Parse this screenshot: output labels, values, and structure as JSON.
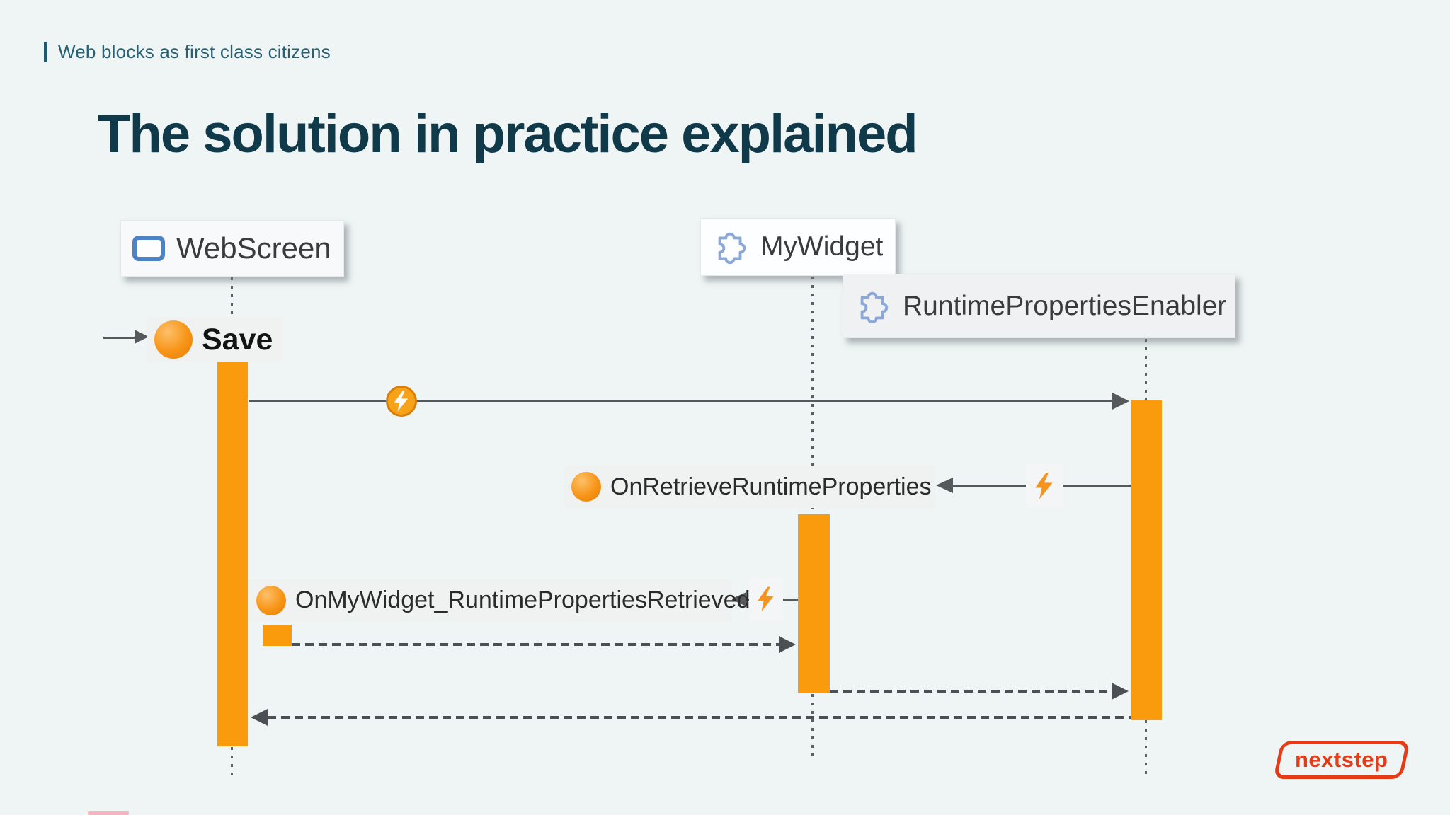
{
  "slide": {
    "eyebrow": "Web blocks as first class citizens",
    "title": "The solution in practice explained"
  },
  "actors": [
    {
      "label": "WebScreen",
      "icon": "screen-icon"
    },
    {
      "label": "MyWidget",
      "icon": "puzzle-icon"
    },
    {
      "label": "RuntimePropertiesEnabler",
      "icon": "puzzle-icon"
    }
  ],
  "messages": {
    "trigger": "Save",
    "retrieve": "OnRetrieveRuntimeProperties",
    "retrieved": "OnMyWidget_RuntimePropertiesRetrieved"
  },
  "logo": {
    "text": "nextstep"
  },
  "colors": {
    "background": "#eef5f4",
    "activation_orange": "#f99b0c",
    "event_orange": "#f7941d",
    "title_teal": "#10394a",
    "eyebrow_teal": "#276173",
    "line_gray": "#55595c",
    "logo_red": "#e73a17",
    "screen_icon_blue": "#4d82c4",
    "puzzle_icon_blue": "#8ca8db",
    "label_bg": "#f0f1f1",
    "actor_box_bg": "#f8f9fa"
  }
}
